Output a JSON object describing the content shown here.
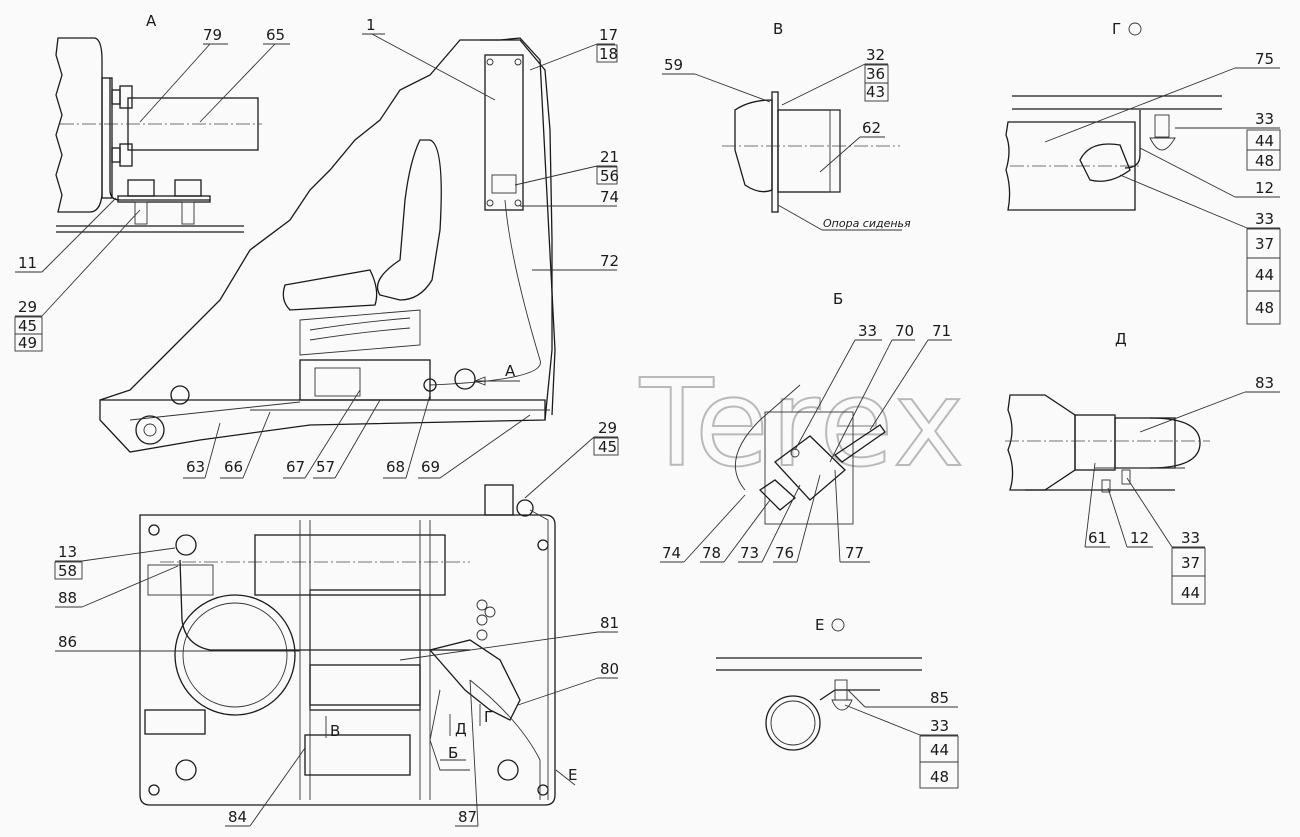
{
  "watermark": "Terex",
  "views": {
    "a": "А",
    "v": "В",
    "g": "Г",
    "b": "Б",
    "d": "Д",
    "e": "Е"
  },
  "callouts": {
    "c79": "79",
    "c65": "65",
    "c11": "11",
    "c29a": "29",
    "c45a": "45",
    "c49": "49",
    "c1": "1",
    "c17": "17",
    "c18": "18",
    "c21": "21",
    "c56": "56",
    "c74a": "74",
    "c72": "72",
    "c63": "63",
    "c66": "66",
    "c67": "67",
    "c57": "57",
    "c68": "68",
    "c69": "69",
    "c29b": "29",
    "c45b": "45",
    "c59": "59",
    "c32": "32",
    "c36": "36",
    "c43": "43",
    "c62": "62",
    "c75": "75",
    "c33g1": "33",
    "c44g1": "44",
    "c48g1": "48",
    "c12g": "12",
    "c33g2": "33",
    "c37g": "37",
    "c44g2": "44",
    "c48g2": "48",
    "c33b": "33",
    "c70": "70",
    "c71": "71",
    "c74b": "74",
    "c78": "78",
    "c73": "73",
    "c76": "76",
    "c77": "77",
    "c83": "83",
    "c61": "61",
    "c12d": "12",
    "c33d": "33",
    "c37d": "37",
    "c44d": "44",
    "c13": "13",
    "c58": "58",
    "c88": "88",
    "c86": "86",
    "c81": "81",
    "c80": "80",
    "c84": "84",
    "c87": "87",
    "c85": "85",
    "c33e": "33",
    "c44e": "44",
    "c48e": "48"
  },
  "annotations": {
    "seat_support": "Опора сиденья",
    "arrow_a": "А",
    "arrow_v": "В",
    "arrow_d": "Д",
    "arrow_g": "Г",
    "arrow_b": "Б",
    "arrow_e": "Е"
  }
}
